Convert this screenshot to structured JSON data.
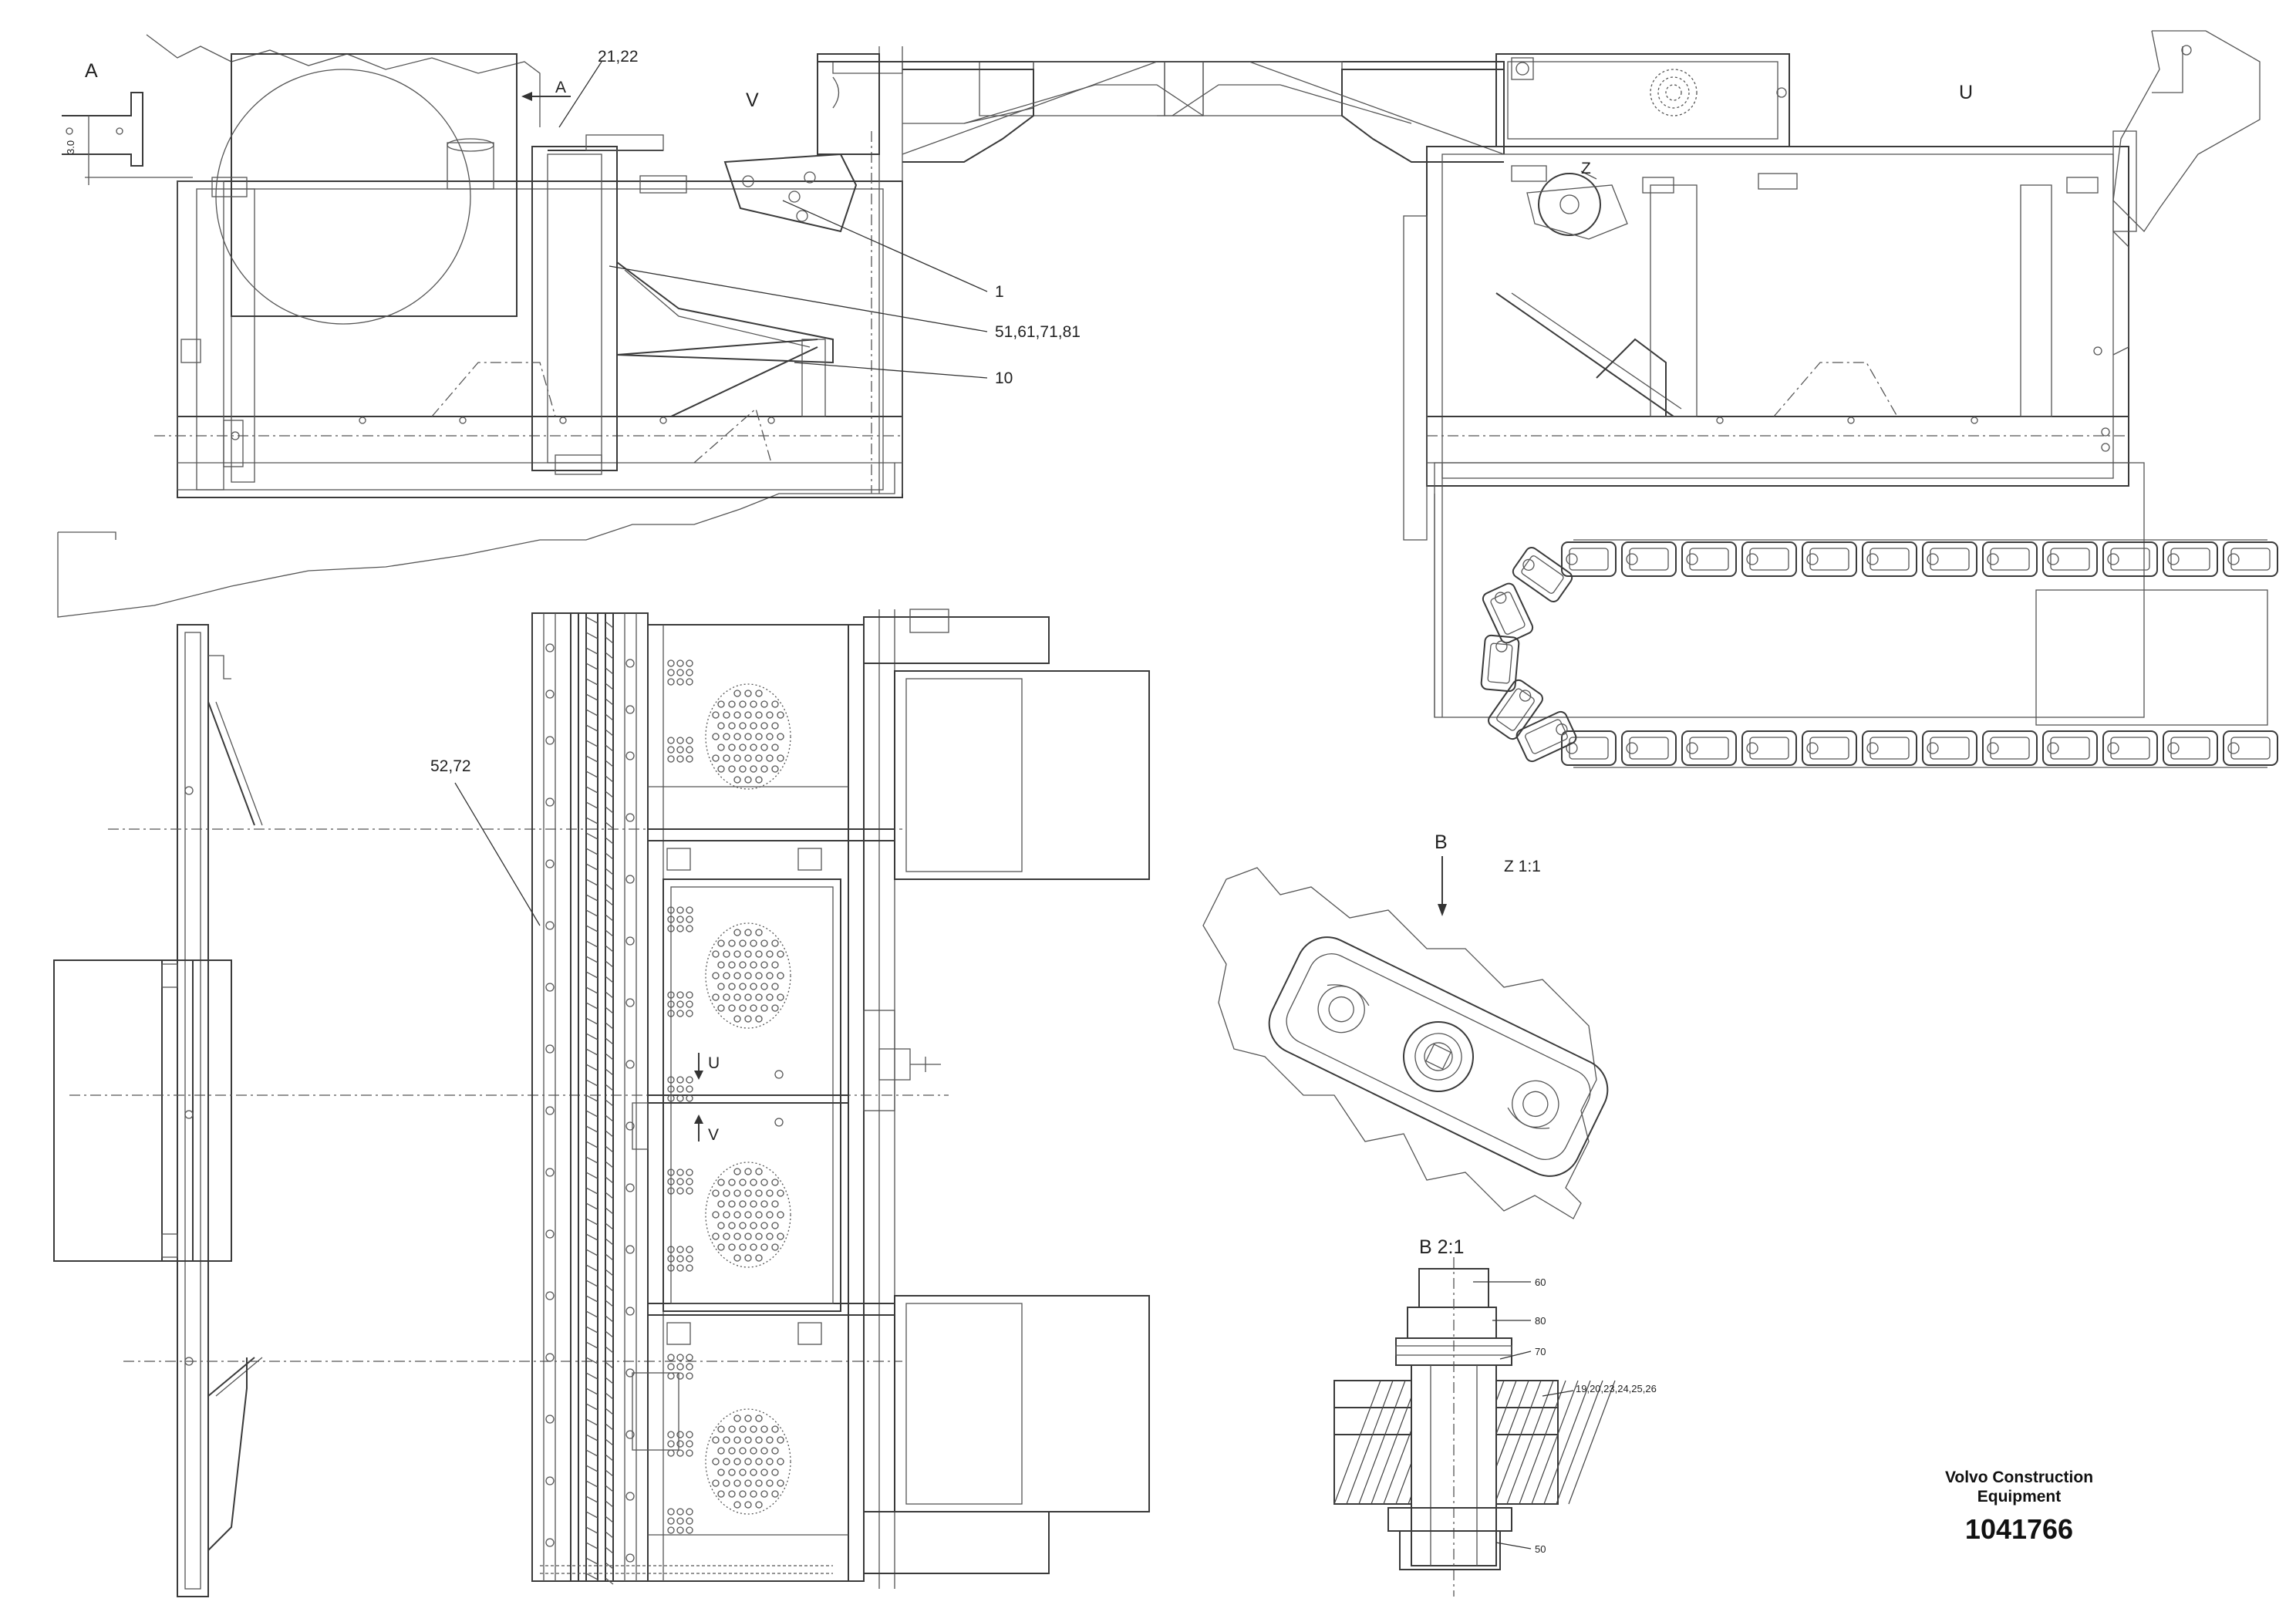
{
  "drawing": {
    "section_labels": {
      "a": "A",
      "a_arrow": "A",
      "v": "V",
      "u": "U",
      "z": "Z",
      "b": "B",
      "u_small": "U",
      "v_small": "V"
    },
    "dimension_label": "3.0",
    "callouts": {
      "c2122": "21,22",
      "c1": "1",
      "c516171": "51,61,71,81",
      "c10": "10",
      "c5272": "52,72",
      "c60": "60",
      "c80": "80",
      "c70": "70",
      "c1920": "19,20,23,24,25,26",
      "c50": "50"
    },
    "detail_z_title": "Z 1:1",
    "detail_b_title": "B 2:1"
  },
  "footer": {
    "company_line1": "Volvo Construction",
    "company_line2": "Equipment",
    "doc_number": "1041766"
  }
}
